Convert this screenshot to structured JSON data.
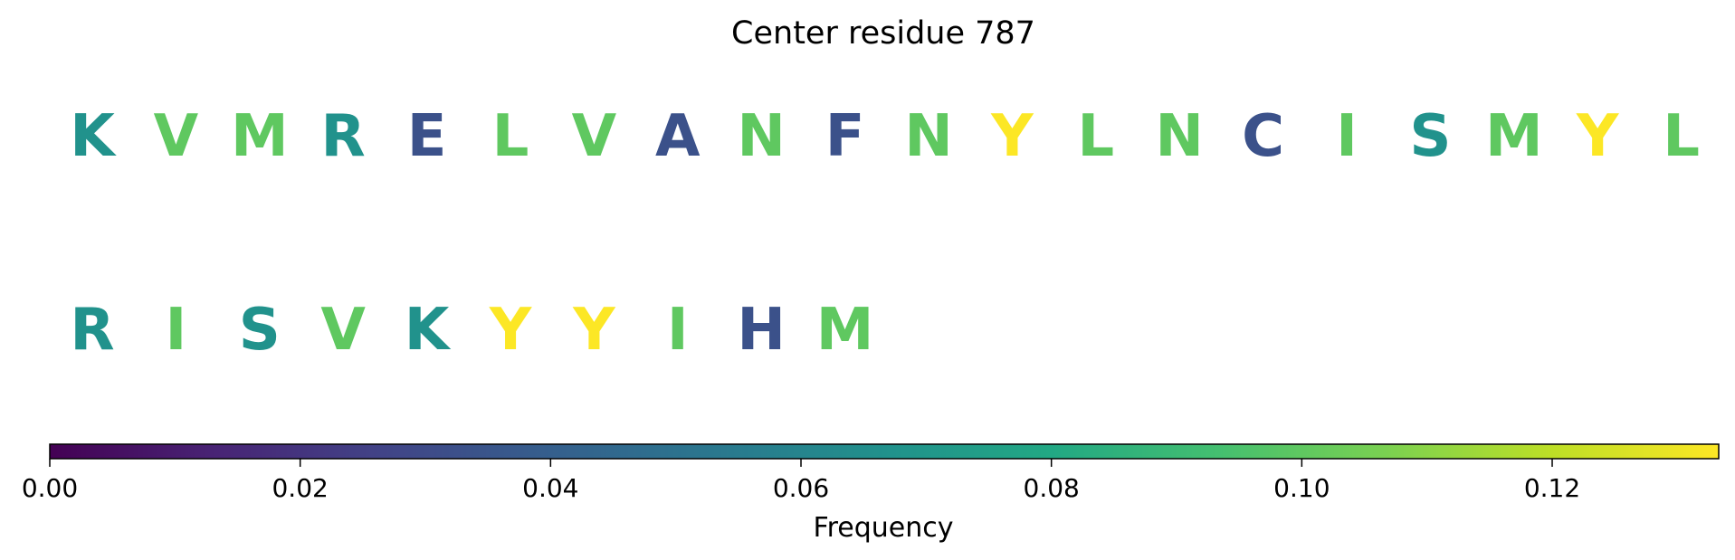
{
  "chart_data": {
    "type": "sequence-heatmap",
    "title": "Center residue 787",
    "colormap": "viridis",
    "rows": [
      {
        "residues": [
          "K",
          "V",
          "M",
          "R",
          "E",
          "L",
          "V",
          "A",
          "N",
          "F",
          "N",
          "Y",
          "L",
          "N",
          "C",
          "I",
          "S",
          "M",
          "Y",
          "L"
        ],
        "values": [
          0.067,
          0.1,
          0.1,
          0.067,
          0.033,
          0.1,
          0.1,
          0.033,
          0.1,
          0.033,
          0.1,
          0.133,
          0.1,
          0.1,
          0.033,
          0.1,
          0.067,
          0.1,
          0.133,
          0.1
        ]
      },
      {
        "residues": [
          "R",
          "I",
          "S",
          "V",
          "K",
          "Y",
          "Y",
          "I",
          "H",
          "M"
        ],
        "values": [
          0.067,
          0.1,
          0.067,
          0.1,
          0.067,
          0.133,
          0.133,
          0.1,
          0.033,
          0.1
        ]
      }
    ],
    "colorbar": {
      "label": "Frequency",
      "range": [
        0,
        0.1333
      ],
      "ticks": [
        0.0,
        0.02,
        0.04,
        0.06,
        0.08,
        0.1,
        0.12
      ],
      "tick_labels": [
        "0.00",
        "0.02",
        "0.04",
        "0.06",
        "0.08",
        "0.10",
        "0.12"
      ]
    }
  }
}
